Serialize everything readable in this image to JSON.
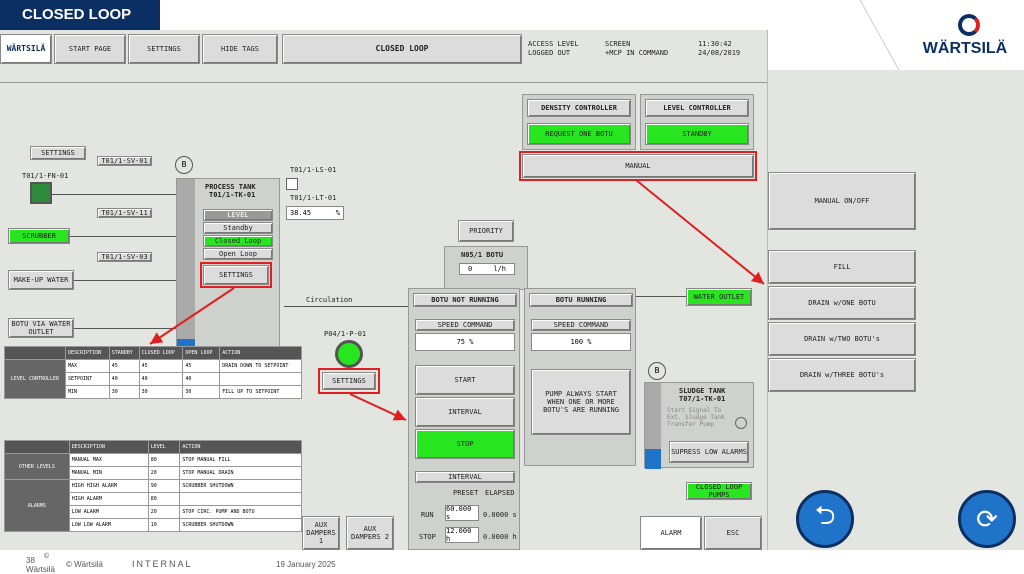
{
  "slide_title": "CLOSED LOOP",
  "topbar": {
    "logo": "WÄRTSILÄ",
    "start_page": "START PAGE",
    "settings": "SETTINGS",
    "hide_tags": "HIDE TAGS",
    "screen_title": "CLOSED LOOP",
    "access_label": "ACCESS LEVEL",
    "access_value": "LOGGED OUT",
    "screen_label": "SCREEN",
    "screen_value": "+MCP IN COMMAND",
    "time": "11:30:42",
    "date": "24/08/2019"
  },
  "brand_logo": "WÄRTSILÄ",
  "left": {
    "settings": "SETTINGS",
    "fan_tag": "T01/1-FN-01",
    "sv01": "T01/1-SV-01",
    "sv11": "T01/1-SV-11",
    "sv03": "T01/1-SV-03",
    "scrubber": "SCRUBBER",
    "makeup_water": "MAKE-UP WATER",
    "botu_outlet": "BOTU VIA WATER OUTLET"
  },
  "tank": {
    "badge": "B",
    "title": "PROCESS TANK",
    "tag": "T01/1-TK-01",
    "level_header": "LEVEL",
    "standby": "Standby",
    "closed_loop": "Closed Loop",
    "open_loop": "Open Loop",
    "settings": "SETTINGS"
  },
  "ls_tag": "T01/1-LS-01",
  "lt_tag": "T01/1-LT-01",
  "lt_value": "38.45",
  "lt_unit": "%",
  "circulation": "Circulation",
  "pump_tag": "P04/1-P-01",
  "pump_settings": "SETTINGS",
  "controllers": {
    "density_title": "DENSITY CONTROLLER",
    "density_value": "REQUEST ONE BOTU",
    "level_title": "LEVEL CONTROLLER",
    "level_value": "STANDBY",
    "manual": "MANUAL"
  },
  "priority": "PRIORITY",
  "botu": {
    "name": "N05/1 BOTU",
    "flow_value": "0",
    "flow_unit": "l/h",
    "not_running": "BOTU NOT RUNNING",
    "speed_cmd": "SPEED COMMAND",
    "speed_val": "75 %",
    "start": "START",
    "interval": "INTERVAL",
    "stop": "STOP",
    "interval_hdr": "INTERVAL",
    "preset": "PRESET",
    "elapsed": "ELAPSED",
    "run": "RUN",
    "run_preset": "60.000 s",
    "run_elapsed": "0.0000 s",
    "stop_lbl": "STOP",
    "stop_preset": "12.000 h",
    "stop_elapsed": "0.0000 h"
  },
  "botu2": {
    "running": "BOTU RUNNING",
    "speed_cmd": "SPEED COMMAND",
    "speed_val": "100 %",
    "note": "PUMP ALWAYS START WHEN ONE OR MORE BOTU'S ARE RUNNING"
  },
  "water_outlet": "WATER OUTLET",
  "sludge": {
    "badge": "B",
    "title": "SLUDGE TANK",
    "tag": "T07/1-TK-01",
    "signal": "Start Signal To Ext. Sludge Tank Transfer Pump",
    "supress": "SUPRESS LOW ALARMS"
  },
  "closed_loop_pumps": "CLOSED LOOP PUMPS",
  "bottom": {
    "aux1": "AUX DAMPERS 1",
    "aux2": "AUX DAMPERS 2",
    "alarm": "ALARM",
    "esc": "ESC"
  },
  "sidepanel": {
    "manual_onoff": "MANUAL ON/OFF",
    "fill": "FILL",
    "drain1": "DRAIN w/ONE BOTU",
    "drain2": "DRAIN w/TWO BOTU's",
    "drain3": "DRAIN w/THREE BOTU's"
  },
  "level_table": {
    "headers": [
      "DESCRIPTION",
      "STANDBY",
      "CLOSED LOOP",
      "OPEN LOOP",
      "ACTION"
    ],
    "group": "LEVEL CONTROLLER",
    "rows": [
      [
        "MAX",
        "45",
        "45",
        "45",
        "DRAIN DOWN TO SETPOINT"
      ],
      [
        "SETPOINT",
        "40",
        "40",
        "40",
        ""
      ],
      [
        "MIN",
        "30",
        "30",
        "30",
        "FILL UP TO SETPOINT"
      ]
    ]
  },
  "alarm_table": {
    "headers": [
      "DESCRIPTION",
      "LEVEL",
      "ACTION"
    ],
    "group1": "OTHER LEVELS",
    "group2": "ALARMS",
    "rows": [
      [
        "MANUAL MAX",
        "80",
        "STOP MANUAL FILL"
      ],
      [
        "MANUAL MIN",
        "20",
        "STOP MANUAL DRAIN"
      ],
      [
        "HIGH HIGH ALARM",
        "90",
        "SCRUBBER SHUTDOWN"
      ],
      [
        "HIGH ALARM",
        "80",
        ""
      ],
      [
        "LOW ALARM",
        "20",
        "STOP CIRC. PUMP AND BOTU"
      ],
      [
        "LOW LOW ALARM",
        "10",
        "SCRUBBER SHUTDOWN"
      ]
    ]
  },
  "footer": {
    "page": "38",
    "copyright_symbol": "©",
    "company": "Wärtsilä",
    "copyright": "© Wärtsilä",
    "classification": "INTERNAL",
    "date": "19 January 2025"
  },
  "colors": {
    "navy": "#0c2f63",
    "green": "#27e51e",
    "red": "#e02020",
    "blue_button": "#1f73c9"
  }
}
